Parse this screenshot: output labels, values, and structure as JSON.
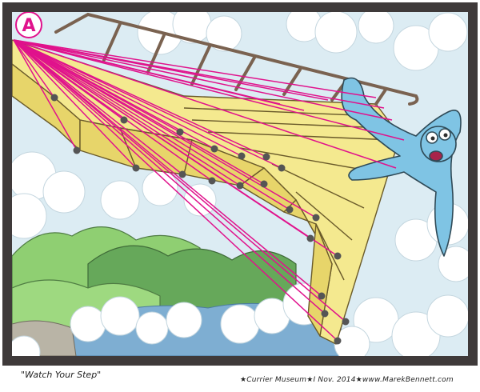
{
  "panel": {
    "point_label": "A",
    "caption_left": "\"Watch Your Step\"",
    "caption_right": "★Currier Museum★I Nov. 2014★www.MarekBennett.com"
  },
  "colors": {
    "sky": "#dcecf3",
    "cloud": "#ffffff",
    "hill": "#8fcf72",
    "hill_dark": "#66a85a",
    "water": "#7eaed2",
    "town": "#b9b4a6",
    "staircase": "#f4e98f",
    "staircase_shade": "#e7d56a",
    "frame": "#3f3a3a",
    "ray": "#e0128c",
    "dot": "#555555",
    "character": "#7fc4e4",
    "railing": "#7a6250"
  }
}
